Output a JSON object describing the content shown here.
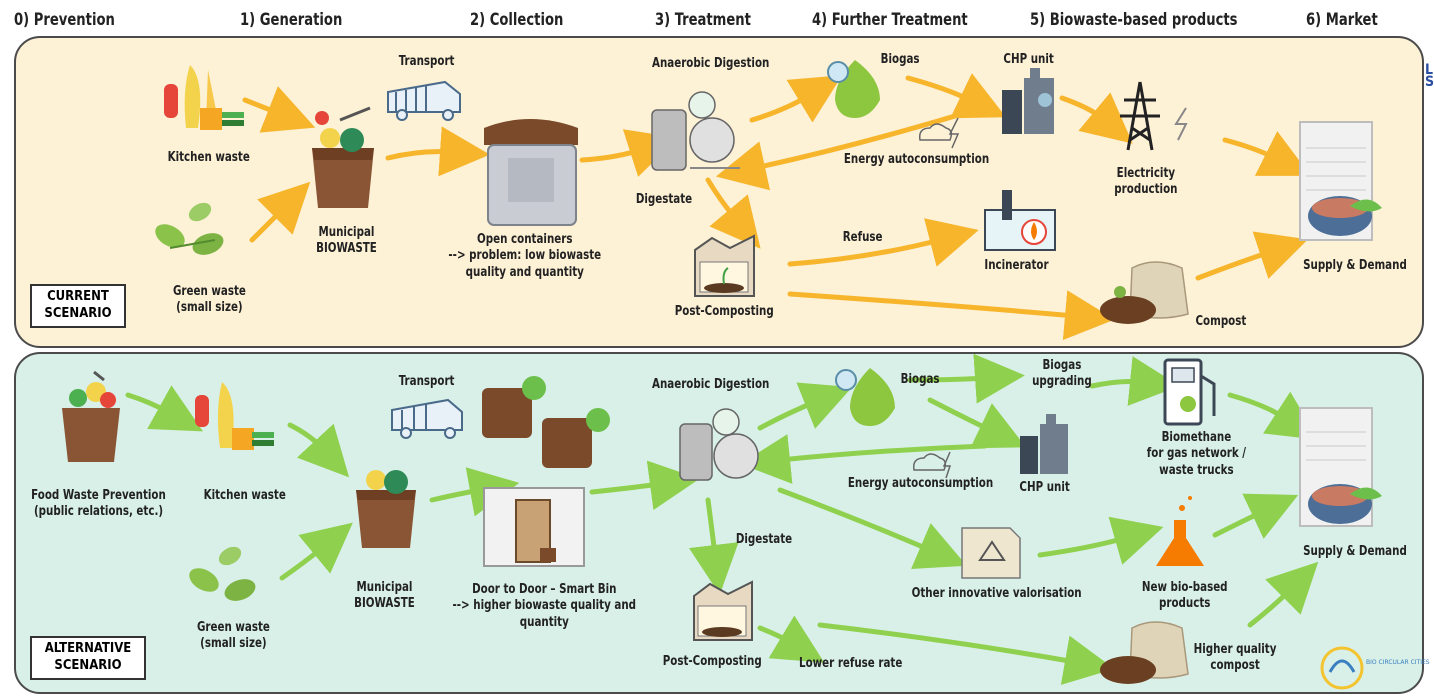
{
  "headers": {
    "h0": "0) Prevention",
    "h1": "1) Generation",
    "h2": "2) Collection",
    "h3": "3) Treatment",
    "h4": "4) Further Treatment",
    "h5": "5) Biowaste-based products",
    "h6": "6) Market"
  },
  "side_text": {
    "l1": "L",
    "l2": "S"
  },
  "current": {
    "scenario": "CURRENT SCENARIO",
    "kitchen_waste": "Kitchen waste",
    "green_waste": "Green waste\n(small size)",
    "transport": "Transport",
    "municipal": "Municipal\nBIOWASTE",
    "open_containers": "Open containers\n--> problem: low biowaste\nquality and quantity",
    "anaerobic": "Anaerobic Digestion",
    "digestate": "Digestate",
    "post_composting": "Post-Composting",
    "biogas": "Biogas",
    "chp": "CHP unit",
    "energy_auto": "Energy autoconsumption",
    "refuse": "Refuse",
    "incinerator": "Incinerator",
    "electricity": "Electricity\nproduction",
    "compost": "Compost",
    "supply": "Supply & Demand"
  },
  "alternative": {
    "scenario": "ALTERNATIVE SCENARIO",
    "food_prevention": "Food Waste Prevention\n(public relations, etc.)",
    "kitchen_waste": "Kitchen waste",
    "green_waste": "Green waste\n(small size)",
    "transport": "Transport",
    "municipal": "Municipal\nBIOWASTE",
    "door_to_door": "Door to Door – Smart Bin\n--> higher biowaste quality and\nquantity",
    "anaerobic": "Anaerobic Digestion",
    "digestate": "Digestate",
    "post_composting": "Post-Composting",
    "lower_refuse": "Lower refuse rate",
    "biogas": "Biogas",
    "biogas_upgrading": "Biogas\nupgrading",
    "energy_auto": "Energy autoconsumption",
    "chp": "CHP unit",
    "other_valorisation": "Other innovative valorisation",
    "biomethane": "Biomethane\nfor gas network /\nwaste trucks",
    "new_biobased": "New bio-based\nproducts",
    "higher_compost": "Higher quality\ncompost",
    "supply": "Supply & Demand"
  },
  "logo": {
    "text": "BIO CIRCULAR CITIES"
  },
  "colors": {
    "current_bg": "#fdf1d6",
    "alternative_bg": "#d9f0e9",
    "current_arrow": "#f7b52c",
    "alternative_arrow": "#8fd14f"
  }
}
